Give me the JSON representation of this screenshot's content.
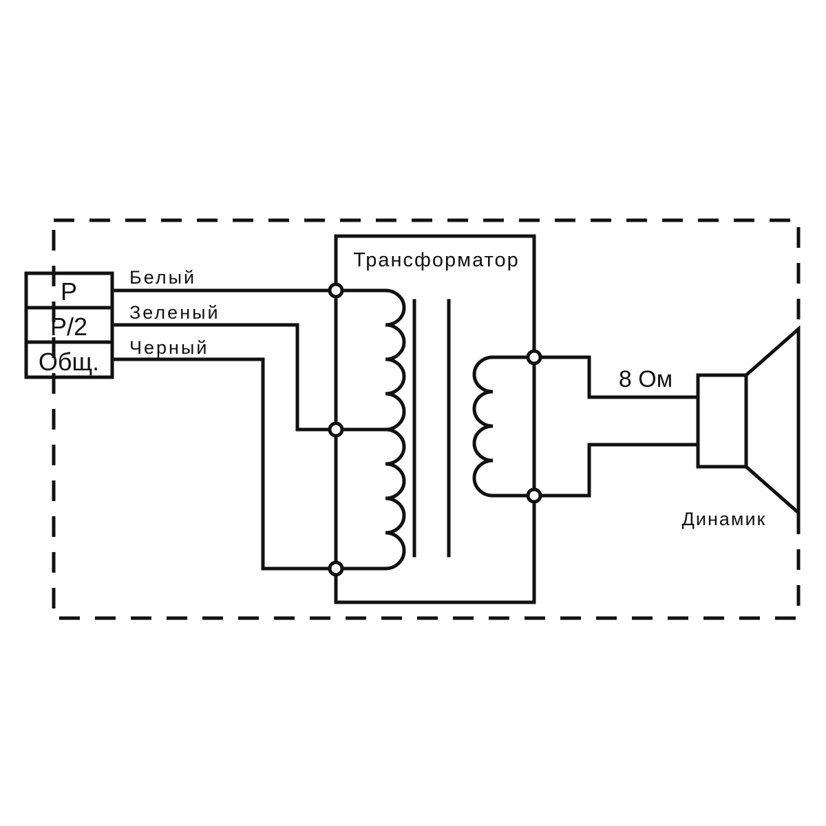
{
  "terminals": [
    "P",
    "P/2",
    "Общ."
  ],
  "wires": [
    "Белый",
    "Зеленый",
    "Черный"
  ],
  "transformer": {
    "label": "Трансформатор"
  },
  "impedance": "8 Ом",
  "speaker": {
    "label": "Динамик"
  },
  "colors": {
    "line": "#111111",
    "background": "#ffffff"
  }
}
